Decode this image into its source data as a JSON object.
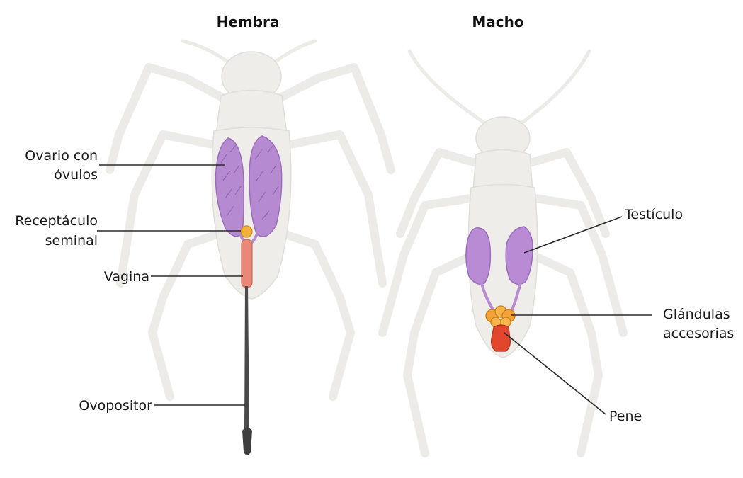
{
  "titles": {
    "female": "Hembra",
    "male": "Macho"
  },
  "female_labels": {
    "ovary_line1": "Ovario con",
    "ovary_line2": "óvulos",
    "receptacle_line1": "Receptáculo",
    "receptacle_line2": "seminal",
    "vagina": "Vagina",
    "ovipositor": "Ovopositor"
  },
  "male_labels": {
    "testis": "Testículo",
    "glands_line1": "Glándulas",
    "glands_line2": "accesorias",
    "penis": "Pene"
  },
  "colors": {
    "body": "#eeede9",
    "ovary": "#b58ad0",
    "testis": "#b98bd4",
    "receptacle": "#f0b03a",
    "vagina": "#e98878",
    "ovipositor": "#4a4a4a",
    "glands": "#f3a23a",
    "penis": "#e2462c"
  }
}
